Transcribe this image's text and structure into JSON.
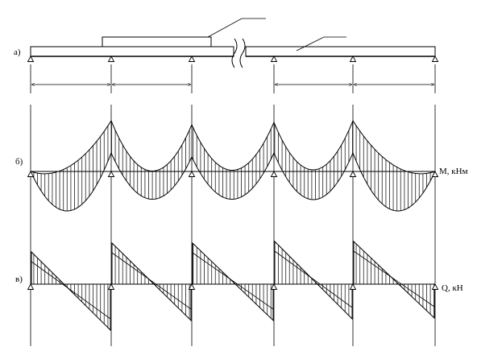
{
  "labels": {
    "a": "а)",
    "b": "б)",
    "v": "в)"
  },
  "axes": {
    "moment": "М, кНм",
    "shear": "Q, кН"
  }
}
